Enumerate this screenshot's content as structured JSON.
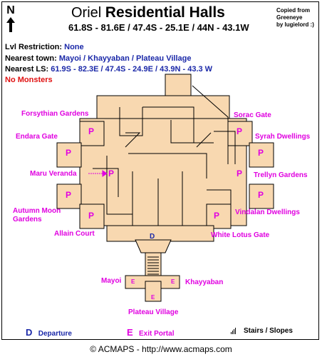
{
  "compass": {
    "north_label": "N"
  },
  "header": {
    "title_prefix": "Oriel",
    "title_main": "Residential Halls",
    "coords": "61.8S - 81.6E / 47.4S - 25.1E / 44N - 43.1W",
    "credit_line1": "Copied from",
    "credit_line2": "Greeneye",
    "credit_line3": "by lugielord :)"
  },
  "info": {
    "lvl_label": "Lvl Restriction:",
    "lvl_value": "None",
    "town_label": "Nearest town:",
    "town_value": "Mayoi / Khayyaban / Plateau Village",
    "ls_label": "Nearest LS:",
    "ls_value": "61.9S - 82.3E / 47.4S - 24.9E / 43.9N - 43.3 W",
    "monsters": "No Monsters"
  },
  "locations": {
    "forsythian": "Forsythian Gardens",
    "endara": "Endara Gate",
    "maru": "Maru Veranda",
    "autumn1": "Autumn Moon",
    "autumn2": "Gardens",
    "allain": "Allain Court",
    "sorac": "Sorac Gate",
    "syrah": "Syrah Dwellings",
    "trellyn": "Trellyn Gardens",
    "vindalan": "Vindalan Dwellings",
    "whitelotus": "White Lotus Gate",
    "mayoi": "Mayoi",
    "khayyaban": "Khayyaban",
    "plateau": "Plateau Village"
  },
  "markers": {
    "portal_building": "P",
    "departure": "D",
    "exit": "E"
  },
  "legend": {
    "departure_key": "D",
    "departure_label": "Departure",
    "exit_key": "E",
    "exit_label": "Exit Portal",
    "stairs_label": "Stairs / Slopes"
  },
  "footer": "© ACMAPS - http://www.acmaps.com",
  "colors": {
    "floor": "#f8d8b0",
    "line": "#000000",
    "magenta": "#e000e0",
    "navy": "#1a28a8",
    "red": "#e01010"
  }
}
